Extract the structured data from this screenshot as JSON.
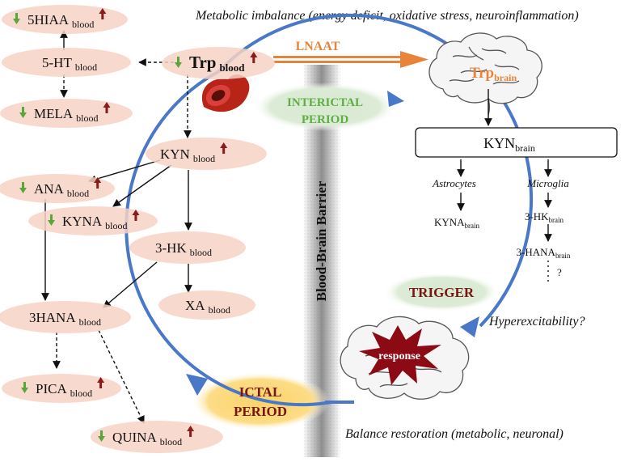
{
  "header": {
    "top_note": "Metabolic imbalance (energy deficit, oxidative stress, neuroinflammation)",
    "bottom_note": "Balance restoration (metabolic, neuronal)"
  },
  "colors": {
    "cycle_blue": "#4a78c8",
    "node_pink": "#f6d2c6",
    "down_green": "#5aa63c",
    "up_red": "#8b1a1a",
    "lnaat_orange": "#e8843a",
    "interictal_green": "#dcebd6",
    "ictal_yellow": "#fbd77a",
    "trigger_text": "#7a1414"
  },
  "icons": [
    "down-arrow-icon",
    "up-arrow-icon",
    "blood-vessel-icon",
    "brain-icon",
    "starburst-icon"
  ],
  "nodes": {
    "hiaa": {
      "main": "5HIAA",
      "sub": "blood"
    },
    "ht": {
      "main": "5-HT",
      "sub": "blood"
    },
    "mela": {
      "main": "MELA",
      "sub": "blood"
    },
    "trp": {
      "main": "Trp",
      "sub": "blood"
    },
    "kyn": {
      "main": "KYN",
      "sub": "blood"
    },
    "ana": {
      "main": "ANA",
      "sub": "blood"
    },
    "kyna": {
      "main": "KYNA",
      "sub": "blood"
    },
    "hk": {
      "main": "3-HK",
      "sub": "blood"
    },
    "xa": {
      "main": "XA",
      "sub": "blood"
    },
    "hana": {
      "main": "3HANA",
      "sub": "blood"
    },
    "pica": {
      "main": "PICA",
      "sub": "blood"
    },
    "quina": {
      "main": "QUINA",
      "sub": "blood"
    }
  },
  "transport": {
    "label": "LNAAT"
  },
  "brain_side": {
    "trp_brain": {
      "main": "Trp",
      "sub": "brain"
    },
    "kyn_brain": {
      "main": "KYN",
      "sub": "brain"
    },
    "astrocytes": "Astrocytes",
    "microglia": "Microglia",
    "kyna_brain": {
      "main": "KYNA",
      "sub": "brain"
    },
    "hk_brain": {
      "main": "3-HK",
      "sub": "brain"
    },
    "hana_brain": {
      "main": "3-HANA",
      "sub": "brain"
    },
    "unknown": "?"
  },
  "barrier": {
    "label": "Blood-Brain Barrier"
  },
  "phases": {
    "interictal_line1": "INTERICTAL",
    "interictal_line2": "PERIOD",
    "trigger": "TRIGGER",
    "ictal_line1": "ICTAL",
    "ictal_line2": "PERIOD",
    "response": "response",
    "hyperexcitability": "Hyperexcitability?"
  }
}
